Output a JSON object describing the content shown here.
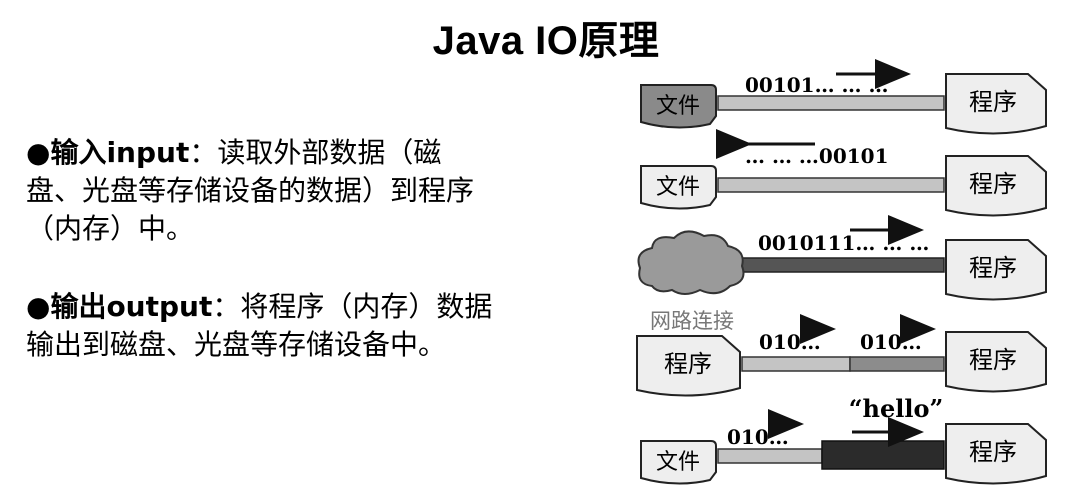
{
  "title": "Java IO原理",
  "bullets": [
    {
      "marker": "●",
      "head": "输入input",
      "sep": "：",
      "body": "读取外部数据（磁盘、光盘等存储设备的数据）到程序（内存）中。"
    },
    {
      "marker": "●",
      "head": "输出output",
      "sep": "：",
      "body": "将程序（内存）数据输出到磁盘、光盘等存储设备中。"
    }
  ],
  "diagram": {
    "file_label": "文件",
    "program_label": "程序",
    "network_label": "网路连接",
    "row1_bits": "00101… … …",
    "row2_bits": "… … …00101",
    "row3_bits": "0010111… … …",
    "row4_bits_left": "010…",
    "row4_bits_right": "010…",
    "row5_bits_left": "010…",
    "row5_bits_right": "“hello”"
  },
  "colors": {
    "box_fill": "#eeeeee",
    "dark_box_fill": "#8a8a8a",
    "pipe_light": "#c4c4c4",
    "pipe_mid": "#8c8c8c",
    "pipe_dark": "#555555",
    "pipe_black": "#2b2b2b"
  }
}
